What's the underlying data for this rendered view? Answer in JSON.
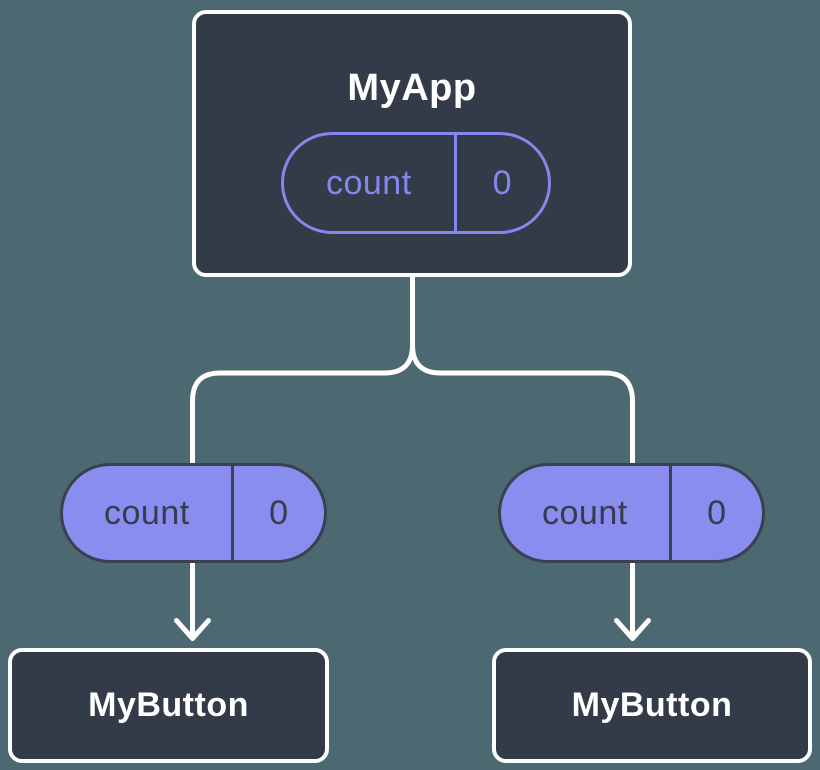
{
  "diagram": {
    "description": "Component tree showing a prop being passed from a parent component to two child components",
    "root": {
      "title": "MyApp",
      "prop": {
        "name": "count",
        "value": "0"
      }
    },
    "children": [
      {
        "title": "MyButton",
        "prop": {
          "name": "count",
          "value": "0"
        }
      },
      {
        "title": "MyButton",
        "prop": {
          "name": "count",
          "value": "0"
        }
      }
    ],
    "colors": {
      "background": "#4C6971",
      "node_fill": "#333A48",
      "node_border": "#FFFFFF",
      "edge_line": "#FFFFFF",
      "root_pill_outline": "#8488EC",
      "child_pill_fill": "#8A8DF0",
      "child_pill_border": "#3A404F",
      "child_pill_text": "#363C4B",
      "title_text": "#FFFFFF"
    }
  }
}
